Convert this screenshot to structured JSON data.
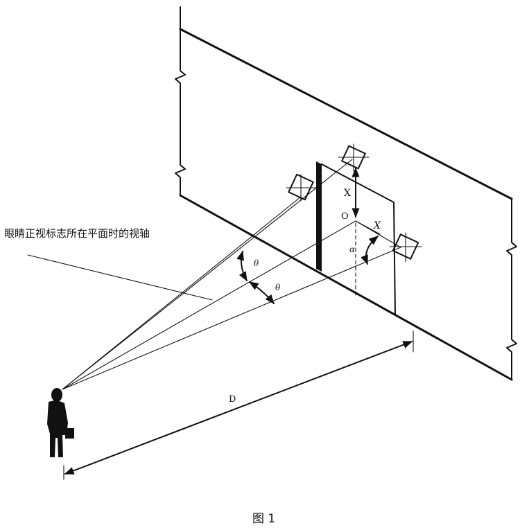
{
  "annotation": "眼睛正视标志所在平面时的视轴",
  "labels": {
    "x_upper": "X",
    "origin": "O",
    "x_lower": "X",
    "alpha": "α",
    "theta_1": "θ",
    "theta_2": "θ",
    "distance": "D"
  },
  "caption": "图 1"
}
